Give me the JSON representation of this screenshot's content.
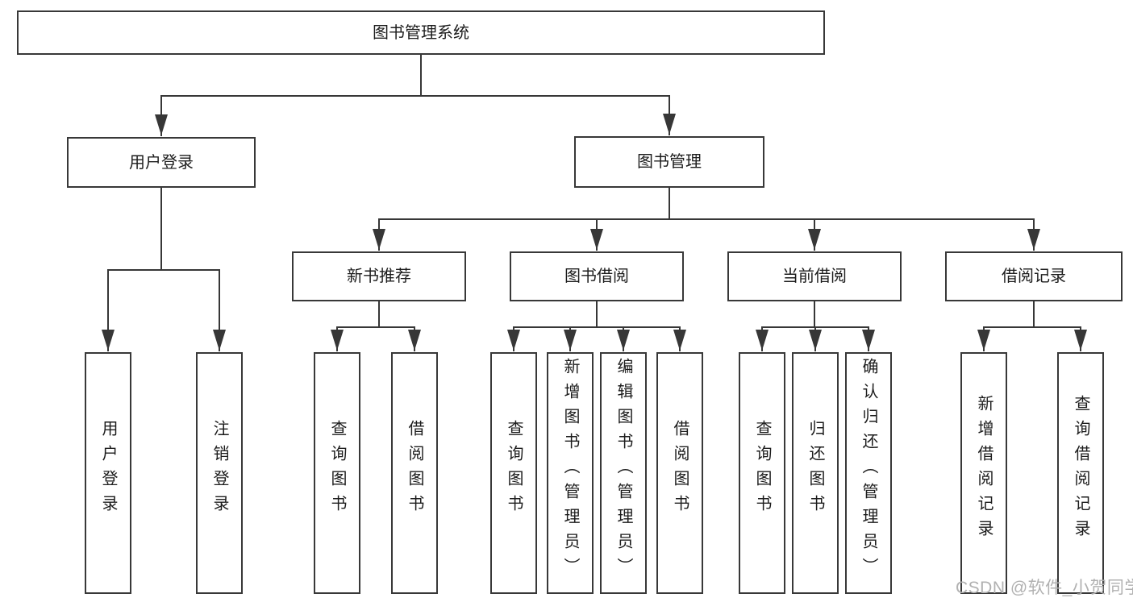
{
  "diagram": {
    "root": {
      "label": "图书管理系统"
    },
    "level2": [
      {
        "label": "用户登录"
      },
      {
        "label": "图书管理"
      }
    ],
    "level3": [
      {
        "label": "新书推荐"
      },
      {
        "label": "图书借阅"
      },
      {
        "label": "当前借阅"
      },
      {
        "label": "借阅记录"
      }
    ],
    "leaves": [
      {
        "label": "用户登录"
      },
      {
        "label": "注销登录"
      },
      {
        "label": "查询图书"
      },
      {
        "label": "借阅图书"
      },
      {
        "label": "查询图书"
      },
      {
        "label": "新增图书（管理员）"
      },
      {
        "label": "编辑图书（管理员）"
      },
      {
        "label": "借阅图书"
      },
      {
        "label": "查询图书"
      },
      {
        "label": "归还图书"
      },
      {
        "label": "确认归还（管理员）"
      },
      {
        "label": "新增借阅记录"
      },
      {
        "label": "查询借阅记录"
      }
    ],
    "watermark": "CSDN @软件_小贺同学",
    "colors": {
      "line": "#373737",
      "box_border": "#383838",
      "text": "#1c1c1c",
      "watermark": "#b1b1b1",
      "background": "#ffffff"
    }
  }
}
